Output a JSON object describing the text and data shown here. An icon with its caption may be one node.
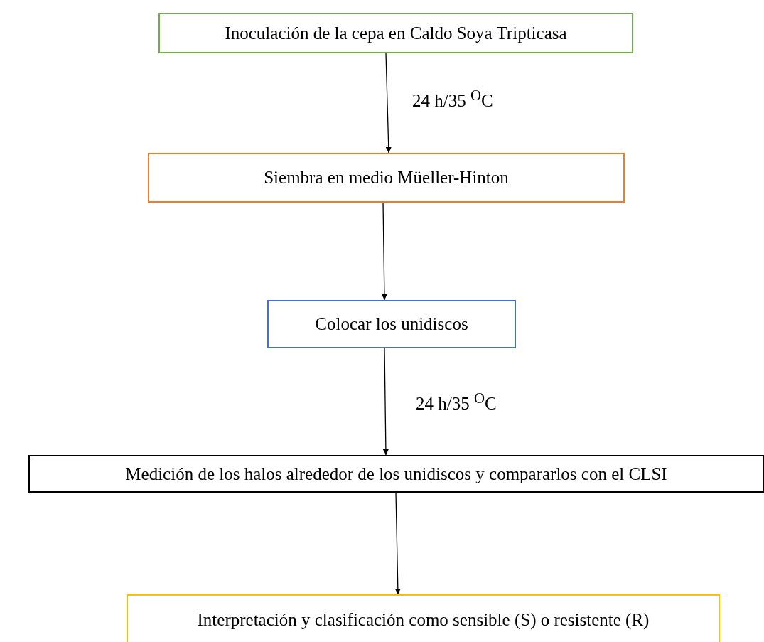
{
  "diagram": {
    "nodes": [
      {
        "text": [
          "Inoculación de la cepa en Caldo Soya Tripticasa"
        ]
      },
      {
        "text": [
          "Siembra en medio Müeller-Hinton"
        ]
      },
      {
        "text": [
          "Colocar los unidiscos"
        ]
      },
      {
        "text": [
          "Medición de los halos alrededor de los unidiscos y compararlos con el CLSI"
        ]
      },
      {
        "text": [
          "Interpretación y clasificación como sensible (S) o resistente (R)"
        ]
      }
    ],
    "edges": [
      {
        "from": 0,
        "to": 1,
        "arrow": "to",
        "label": "24 h/35 $^{O}$C"
      },
      {
        "from": 1,
        "to": 2,
        "arrow": "to"
      },
      {
        "from": 2,
        "to": 3,
        "arrow": "to",
        "label": "24 h/35 $^{O}$C"
      },
      {
        "from": 3,
        "to": 4,
        "arrow": "to"
      }
    ]
  }
}
